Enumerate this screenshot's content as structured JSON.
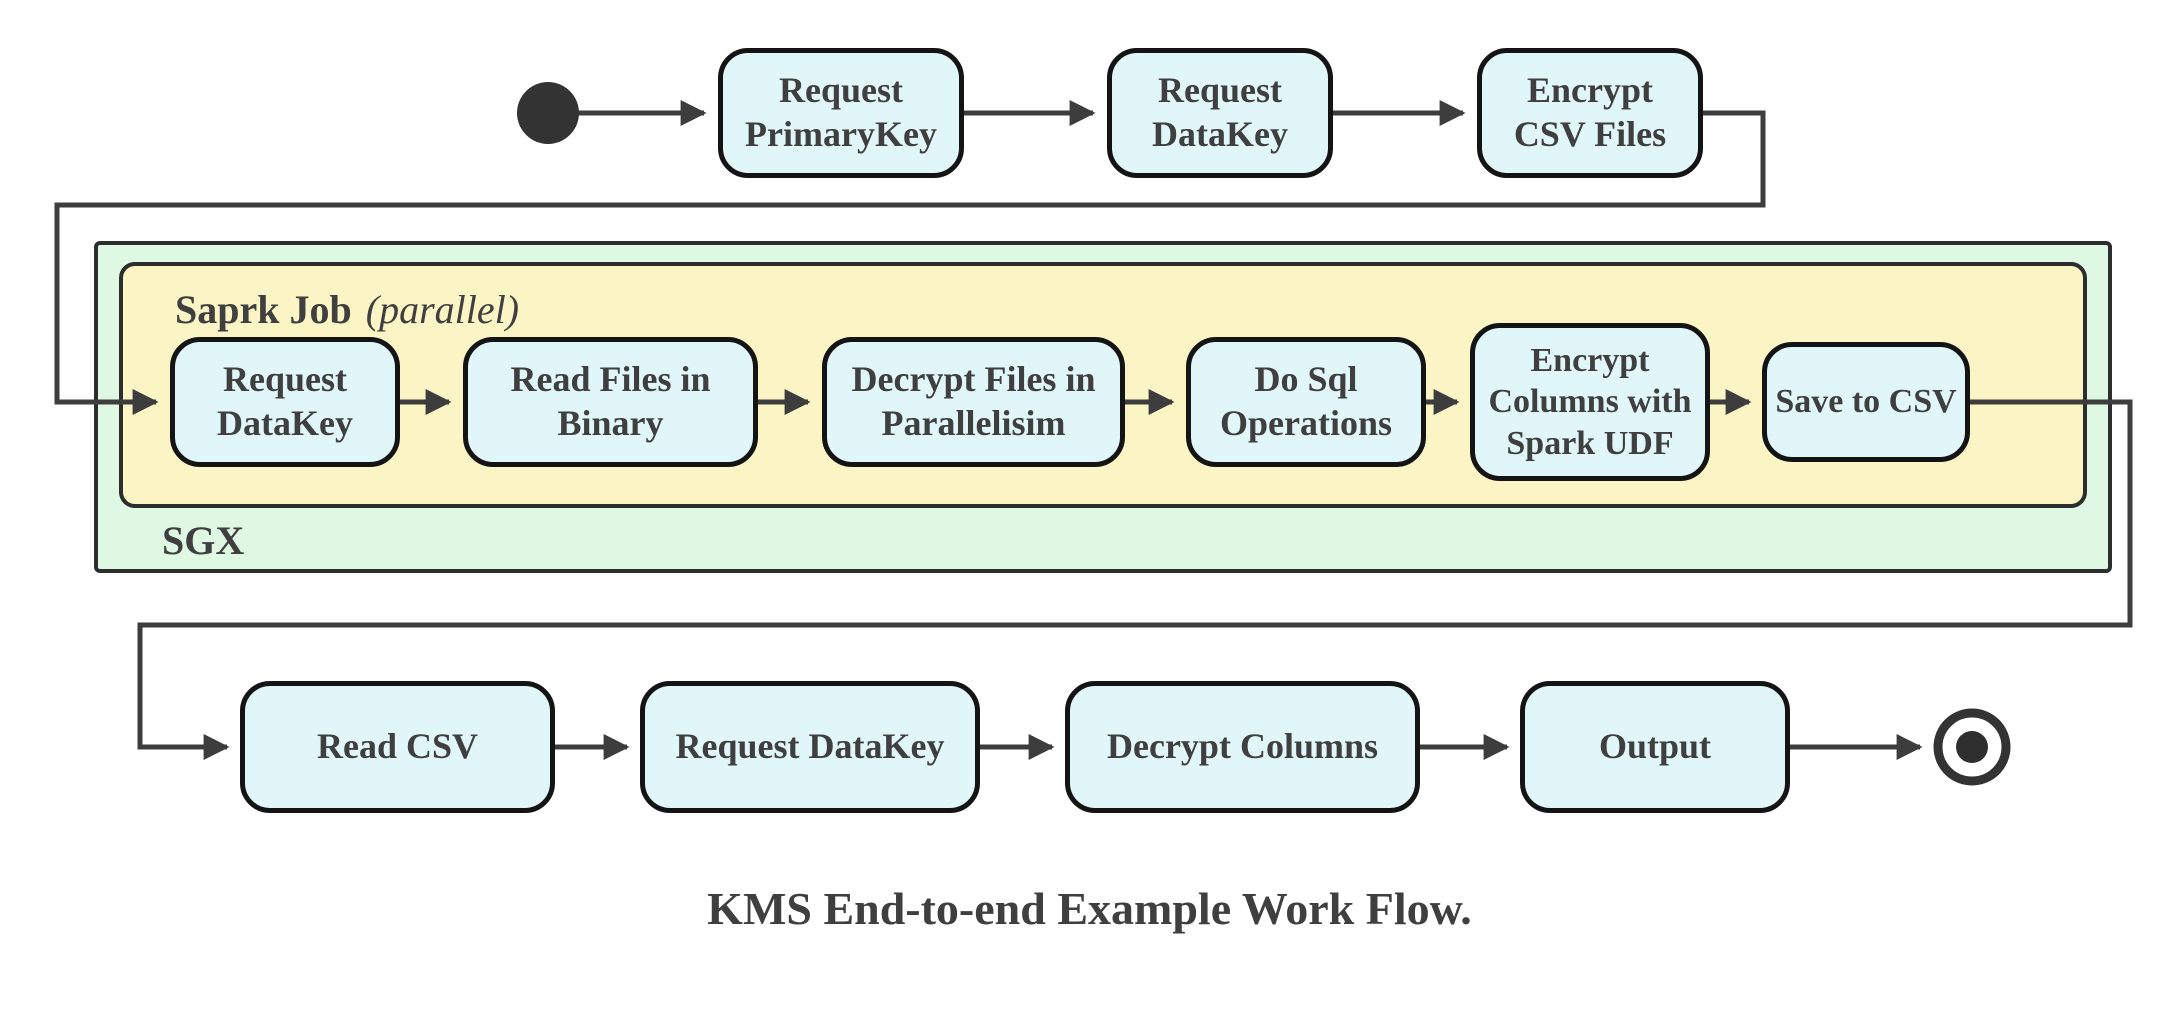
{
  "caption": "KMS End-to-end Example Work Flow.",
  "containers": {
    "sgx": {
      "label": "SGX"
    },
    "spark": {
      "label_bold": "Saprk Job",
      "label_italic": "(parallel)"
    }
  },
  "nodes": {
    "top": [
      {
        "label": "Request\nPrimaryKey"
      },
      {
        "label": "Request\nDataKey"
      },
      {
        "label": "Encrypt\nCSV Files"
      }
    ],
    "spark": [
      {
        "label": "Request\nDataKey"
      },
      {
        "label": "Read Files in\nBinary"
      },
      {
        "label": "Decrypt Files in\nParallelisim"
      },
      {
        "label": "Do Sql\nOperations"
      },
      {
        "label": "Encrypt\nColumns with\nSpark UDF"
      },
      {
        "label": "Save to CSV"
      }
    ],
    "bottom": [
      {
        "label": "Read CSV"
      },
      {
        "label": "Request DataKey"
      },
      {
        "label": "Decrypt Columns"
      },
      {
        "label": "Output"
      }
    ]
  },
  "terminals": {
    "start": "initial-state",
    "end": "final-state"
  },
  "colors": {
    "node_fill": "#e1f6f9",
    "node_border": "#141414",
    "sgx_fill": "#dff8e3",
    "spark_fill": "#fbf5c6",
    "container_border": "#2d2d2d",
    "line_color": "#3d3d3d",
    "text_color": "#3f3f3f"
  }
}
